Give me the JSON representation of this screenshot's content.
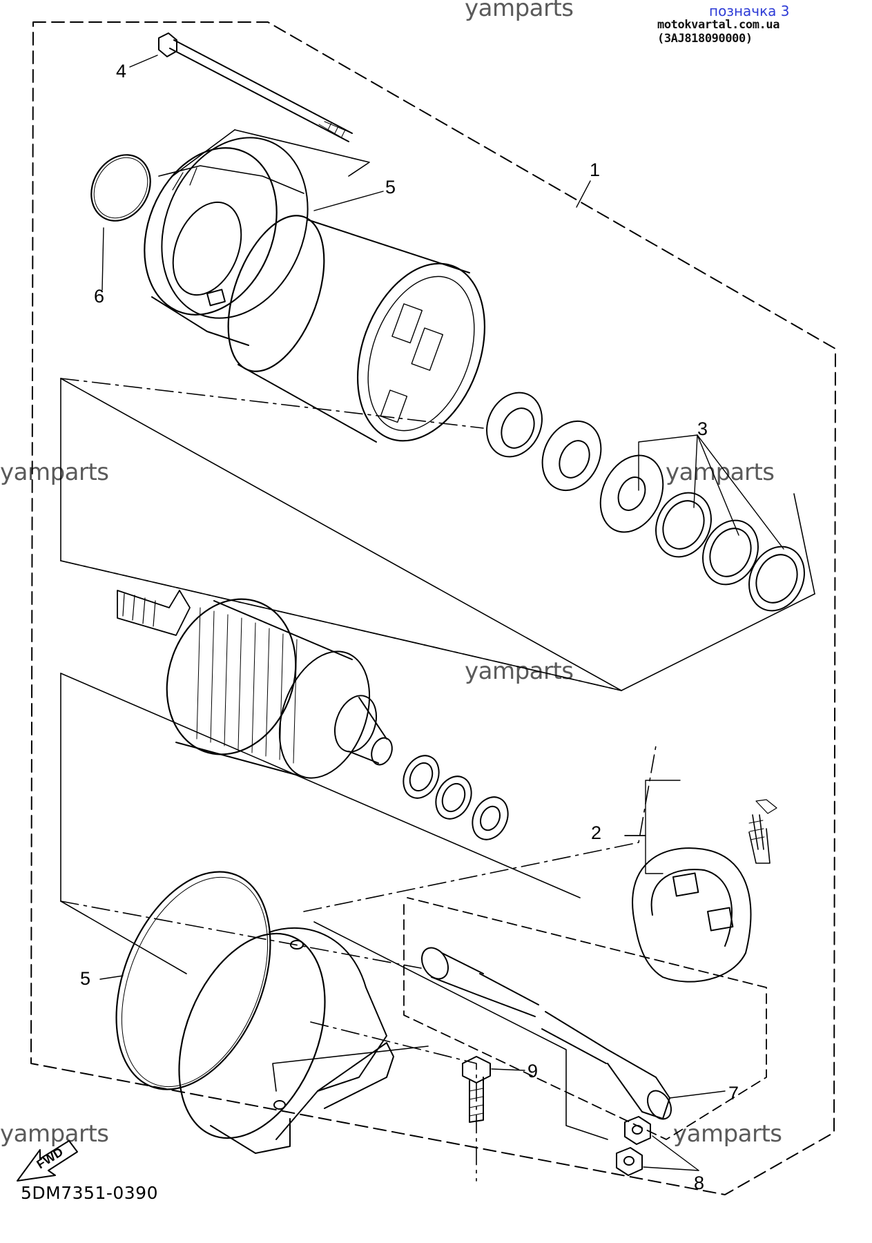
{
  "header": {
    "title": "позначка 3",
    "source": "motokvartal.com.ua (3AJ818090000)"
  },
  "watermarks": [
    "yamparts",
    "yamparts",
    "yamparts",
    "yamparts",
    "yamparts",
    "yamparts"
  ],
  "callouts": [
    "1",
    "2",
    "3",
    "4",
    "5",
    "5",
    "6",
    "7",
    "8",
    "9"
  ],
  "direction_label": "FWD",
  "diagram_code": "5DM7351-0390",
  "colors": {
    "line": "#000000",
    "title": "#2d3bd6",
    "watermark": "#5a5a5a"
  }
}
